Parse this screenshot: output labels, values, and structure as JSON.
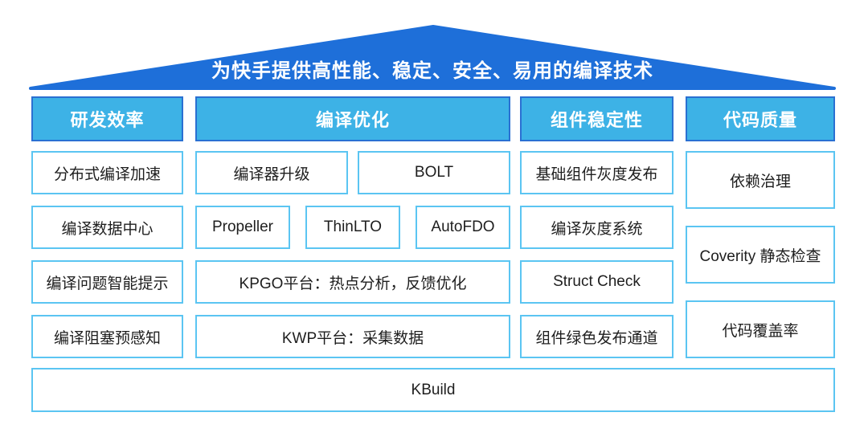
{
  "banner": {
    "title": "为快手提供高性能、稳定、安全、易用的编译技术"
  },
  "colors": {
    "roof_blue": "#1e6fd9",
    "header_fill": "#3db2e6",
    "header_border": "#2a70d2",
    "cell_border": "#5bc5f2",
    "title_text": "#ffffff",
    "cell_text": "#1e1e1e"
  },
  "columns": [
    {
      "header": "研发效率",
      "cells": [
        "分布式编译加速",
        "编译数据中心",
        "编译问题智能提示",
        "编译阻塞预感知"
      ]
    },
    {
      "header": "编译优化",
      "rows": [
        [
          "编译器升级",
          "BOLT"
        ],
        [
          "Propeller",
          "ThinLTO",
          "AutoFDO"
        ],
        [
          "KPGO平台：热点分析，反馈优化"
        ],
        [
          "KWP平台：采集数据"
        ]
      ]
    },
    {
      "header": "组件稳定性",
      "cells": [
        "基础组件灰度发布",
        "编译灰度系统",
        "Struct Check",
        "组件绿色发布通道"
      ]
    },
    {
      "header": "代码质量",
      "cells": [
        "依赖治理",
        "Coverity 静态检查",
        "代码覆盖率"
      ]
    }
  ],
  "footer": {
    "label": "KBuild"
  }
}
